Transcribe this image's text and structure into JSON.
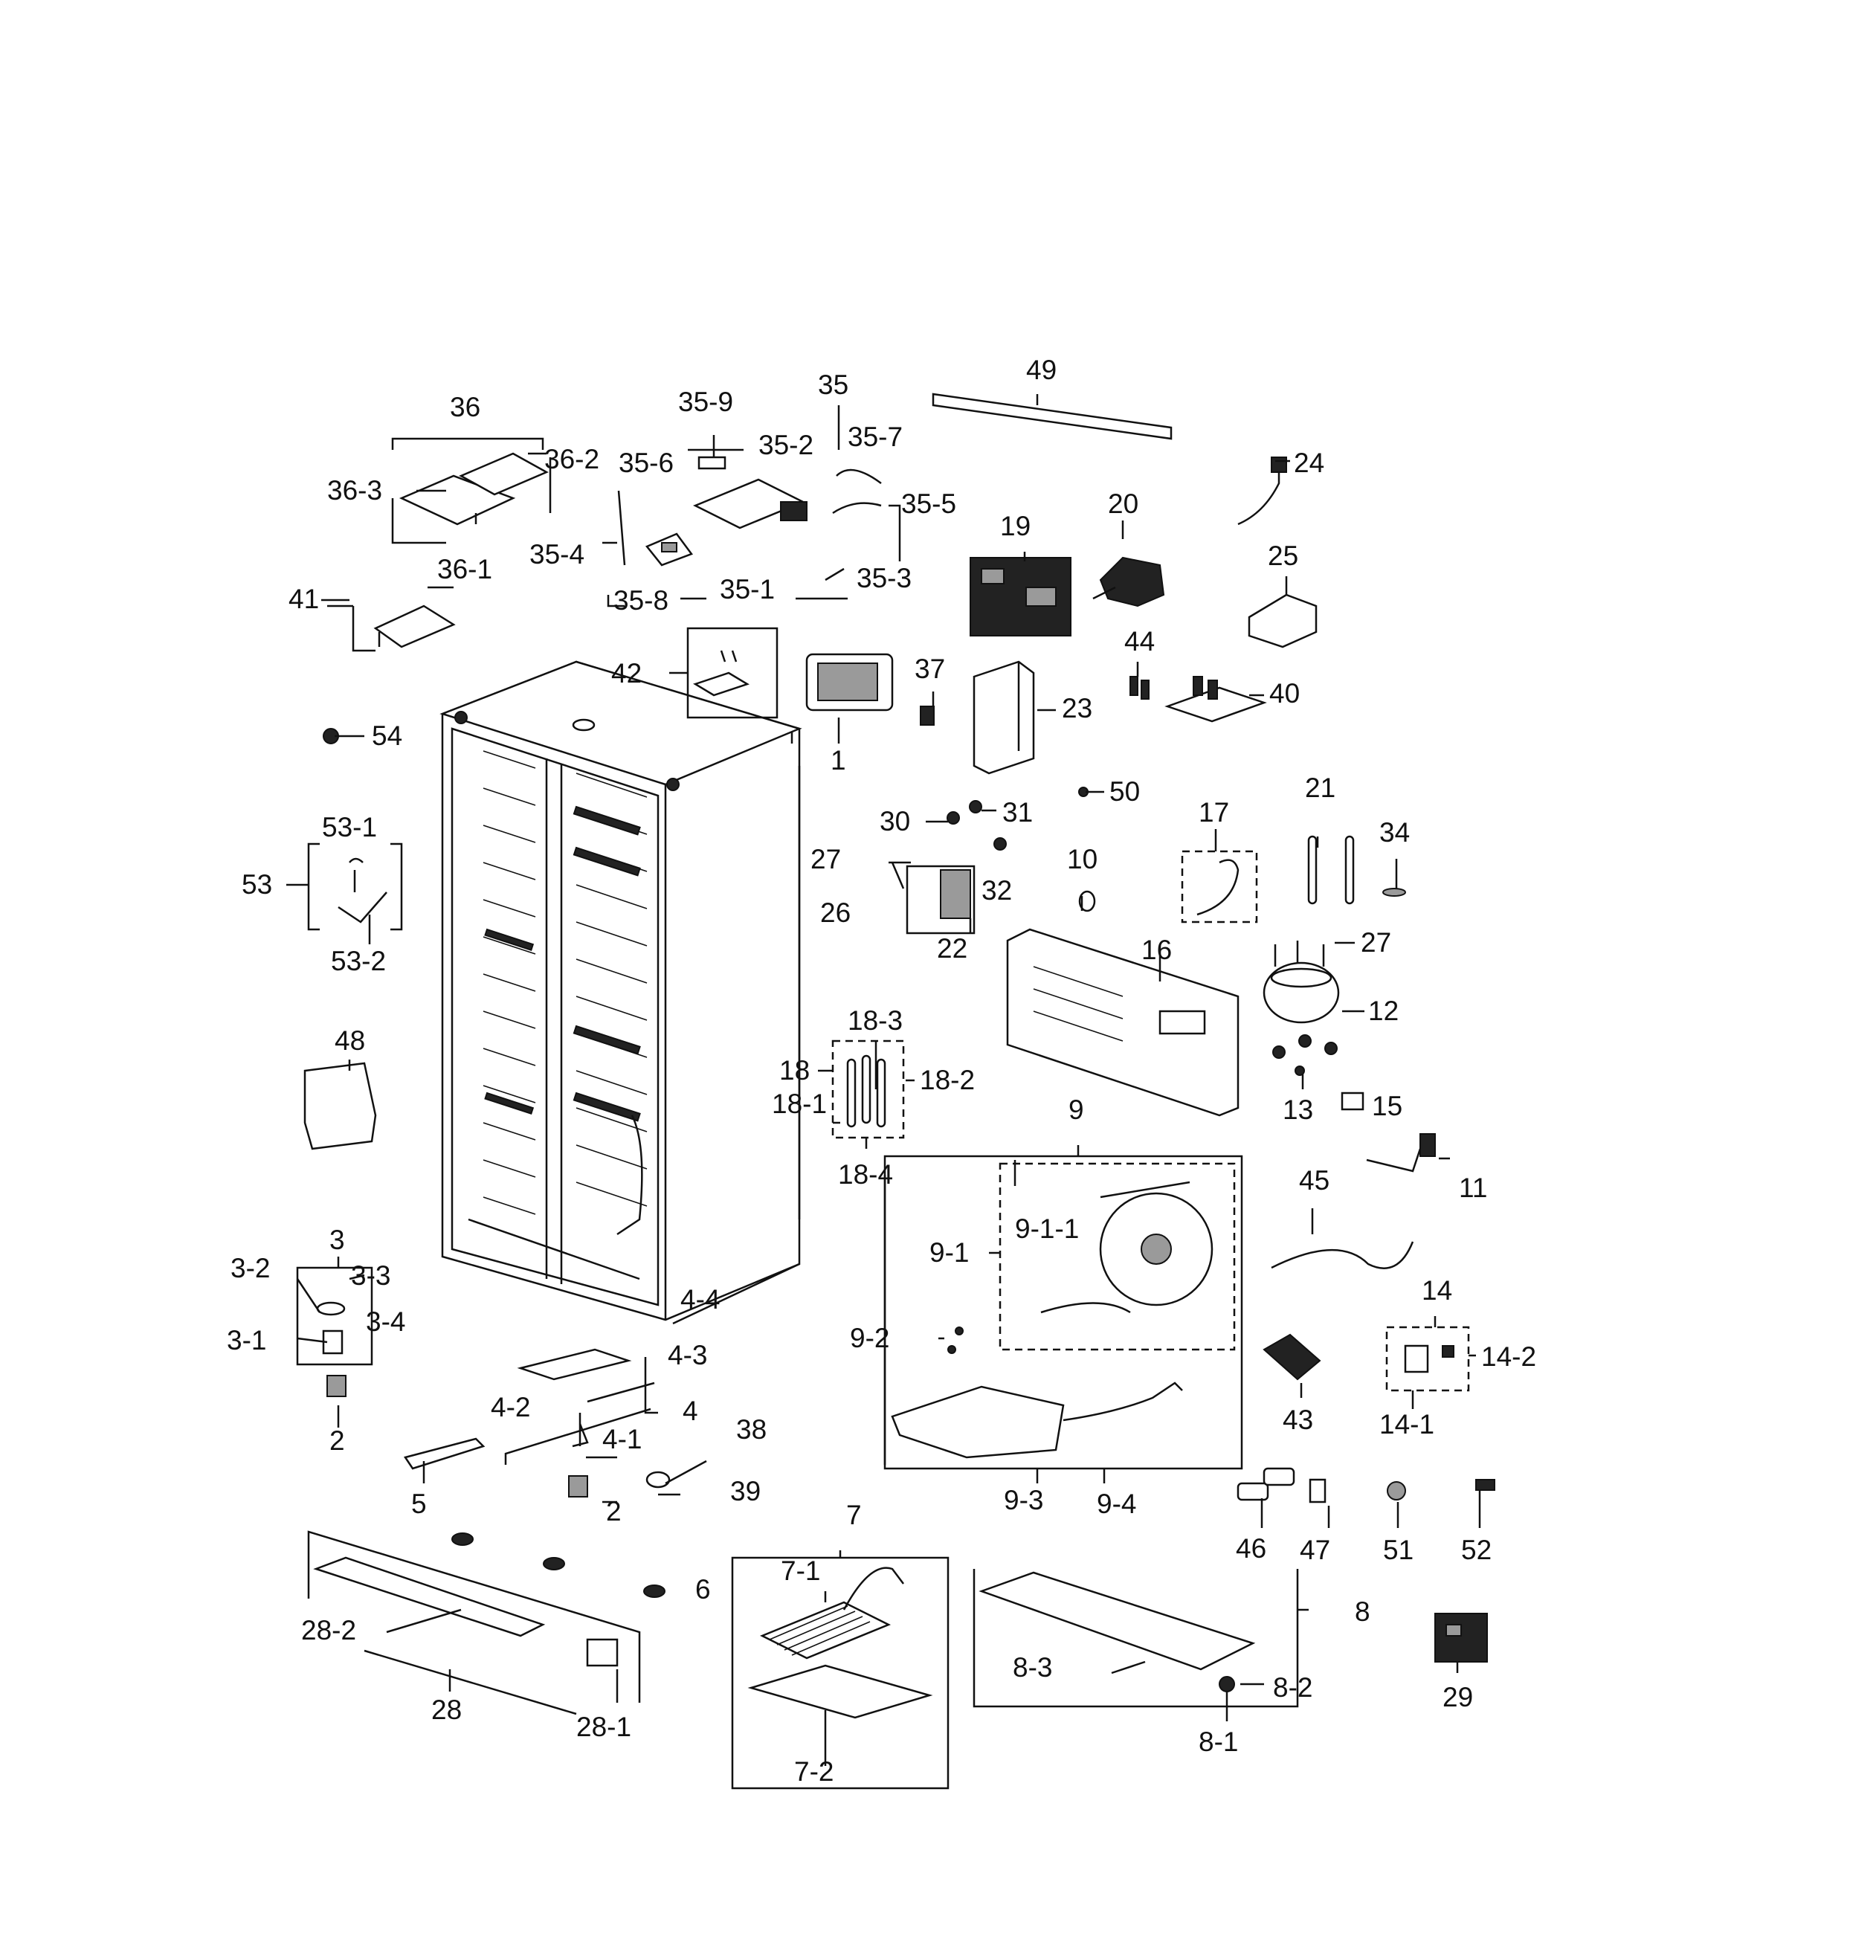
{
  "labels": {
    "p1": "1",
    "p2a": "2",
    "p2b": "2",
    "p3": "3",
    "p3_1": "3-1",
    "p3_2": "3-2",
    "p3_3": "3-3",
    "p3_4": "3-4",
    "p4": "4",
    "p4_1": "4-1",
    "p4_2": "4-2",
    "p4_3": "4-3",
    "p4_4": "4-4",
    "p5": "5",
    "p6": "6",
    "p7": "7",
    "p7_1": "7-1",
    "p7_2": "7-2",
    "p8": "8",
    "p8_1": "8-1",
    "p8_2": "8-2",
    "p8_3": "8-3",
    "p9": "9",
    "p9_1": "9-1",
    "p9_1_1": "9-1-1",
    "p9_2": "9-2",
    "p9_3": "9-3",
    "p9_4": "9-4",
    "p10": "10",
    "p11": "11",
    "p12": "12",
    "p13": "13",
    "p14": "14",
    "p14_1": "14-1",
    "p14_2": "14-2",
    "p15": "15",
    "p16": "16",
    "p17": "17",
    "p18": "18",
    "p18_1": "18-1",
    "p18_2": "18-2",
    "p18_3": "18-3",
    "p18_4": "18-4",
    "p19": "19",
    "p20": "20",
    "p21": "21",
    "p22": "22",
    "p23": "23",
    "p24": "24",
    "p25": "25",
    "p26": "26",
    "p27a": "27",
    "p27b": "27",
    "p28": "28",
    "p28_1": "28-1",
    "p28_2": "28-2",
    "p29": "29",
    "p30": "30",
    "p31": "31",
    "p32": "32",
    "p34": "34",
    "p35": "35",
    "p35_1": "35-1",
    "p35_2": "35-2",
    "p35_3": "35-3",
    "p35_4": "35-4",
    "p35_5": "35-5",
    "p35_6": "35-6",
    "p35_7": "35-7",
    "p35_8": "35-8",
    "p35_9": "35-9",
    "p36": "36",
    "p36_1": "36-1",
    "p36_2": "36-2",
    "p36_3": "36-3",
    "p37": "37",
    "p38": "38",
    "p39": "39",
    "p40": "40",
    "p41": "41",
    "p42": "42",
    "p43": "43",
    "p44": "44",
    "p45": "45",
    "p46": "46",
    "p47": "47",
    "p48": "48",
    "p49": "49",
    "p50": "50",
    "p51": "51",
    "p52": "52",
    "p53": "53",
    "p53_1": "53-1",
    "p53_2": "53-2",
    "p54": "54"
  }
}
